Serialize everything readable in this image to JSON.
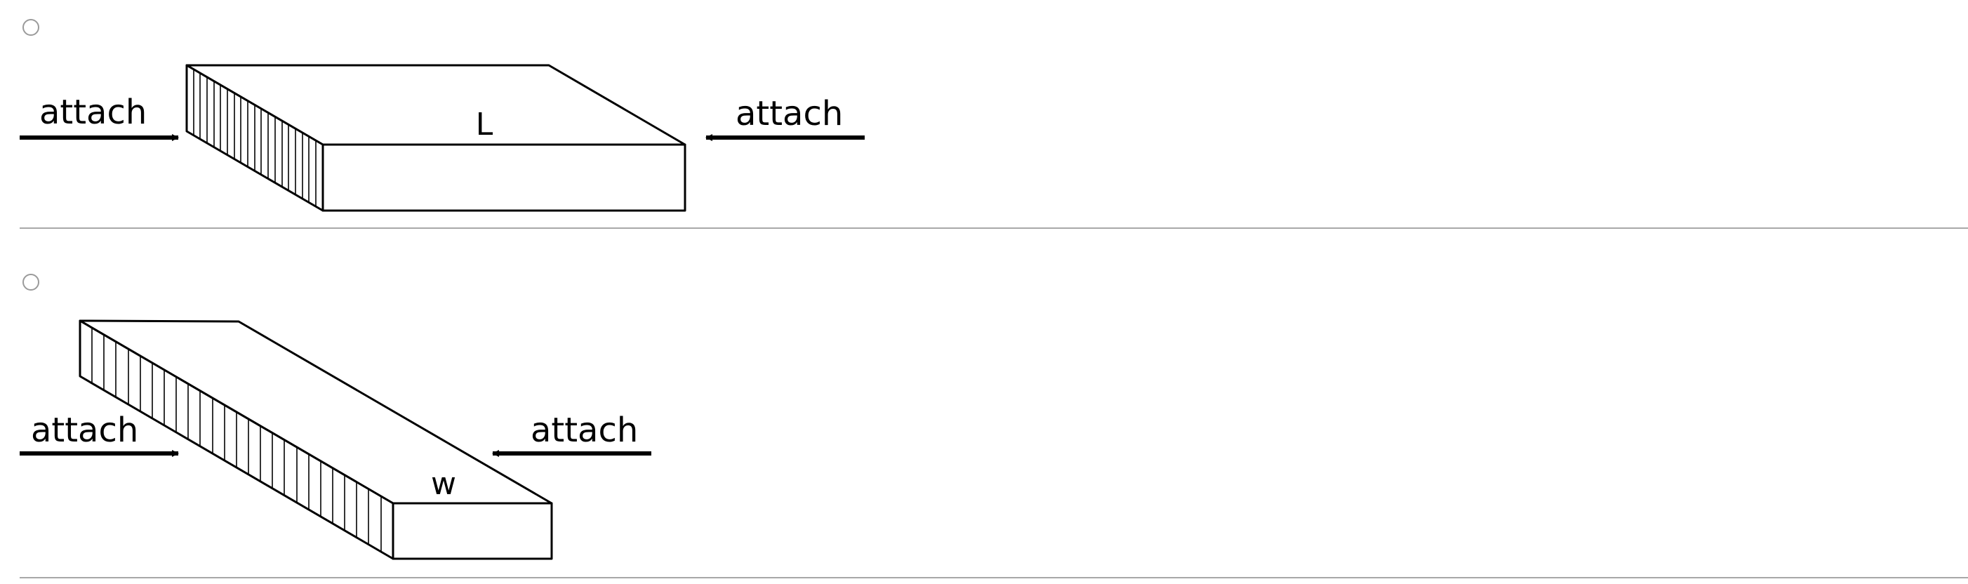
{
  "options": [
    {
      "id": "option-1",
      "selected": false,
      "left_label": "attach",
      "right_label": "attach",
      "dimension_label": "L"
    },
    {
      "id": "option-2",
      "selected": false,
      "left_label": "attach",
      "right_label": "attach",
      "dimension_label": "w"
    }
  ]
}
